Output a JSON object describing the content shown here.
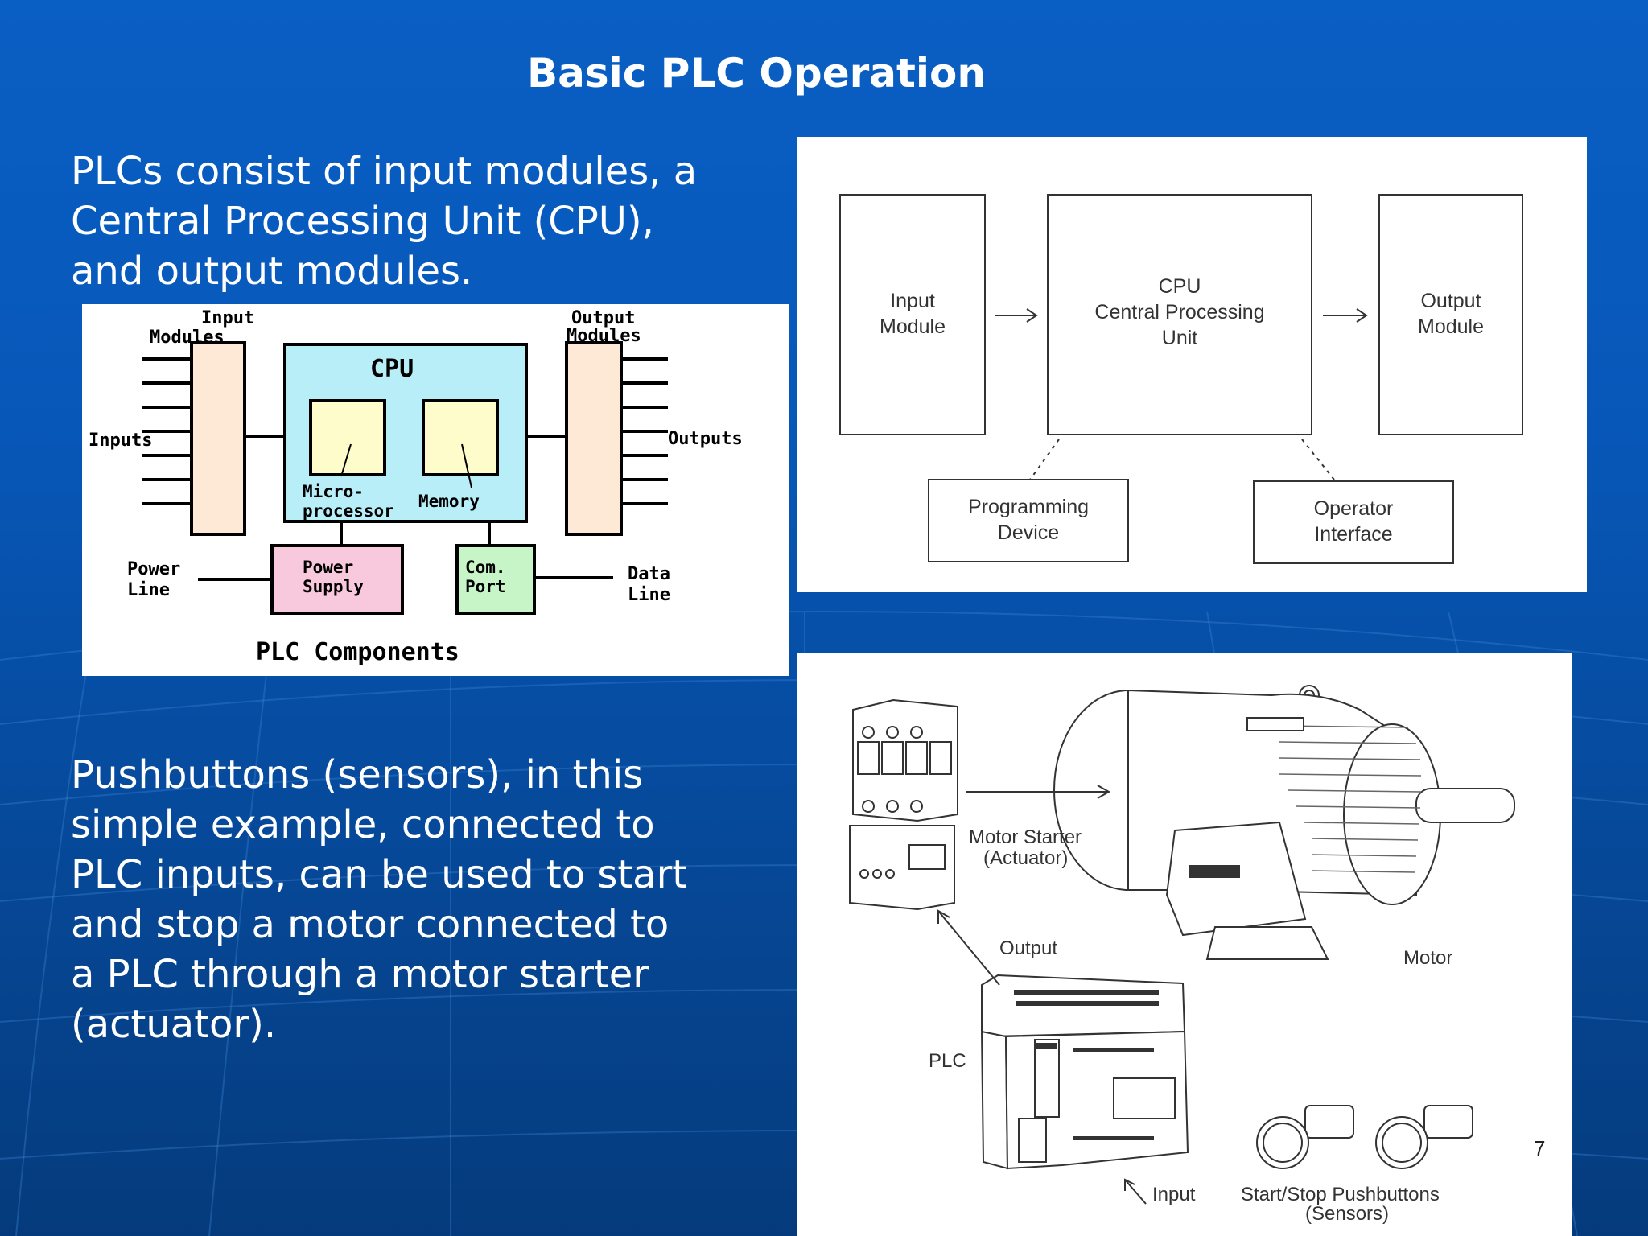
{
  "slide": {
    "title": "Basic PLC Operation",
    "para1": [
      "PLCs consist of input modules, a",
      "Central Processing Unit (CPU),",
      "and output modules."
    ],
    "para2": [
      "Pushbuttons (sensors), in this",
      "simple example, connected to",
      "PLC inputs, can be used to start",
      "and stop a motor connected to",
      "a PLC through a motor starter",
      "(actuator)."
    ],
    "page_number": "7"
  },
  "components_diagram": {
    "input_modules": [
      "Input",
      "Modules"
    ],
    "output_modules": [
      "Output",
      "Modules"
    ],
    "cpu": "CPU",
    "inputs": "Inputs",
    "outputs": "Outputs",
    "microprocessor": [
      "Micro-",
      "processor"
    ],
    "memory": "Memory",
    "power_line": [
      "Power",
      "Line"
    ],
    "power_supply": [
      "Power",
      "Supply"
    ],
    "com_port": [
      "Com.",
      "Port"
    ],
    "data_line": [
      "Data",
      "Line"
    ],
    "caption": "PLC Components",
    "colors": {
      "module_fill": "#fde9d6",
      "cpu_fill": "#b8eef8",
      "chip_fill": "#fffccc",
      "power_fill": "#f8c8dc",
      "port_fill": "#c8f5c8"
    }
  },
  "block_diagram": {
    "input_module": [
      "Input",
      "Module"
    ],
    "cpu": [
      "CPU",
      "Central Processing",
      "Unit"
    ],
    "output_module": [
      "Output",
      "Module"
    ],
    "programming_device": [
      "Programming",
      "Device"
    ],
    "operator_interface": [
      "Operator",
      "Interface"
    ]
  },
  "motor_diagram": {
    "motor_starter": [
      "Motor Starter",
      "(Actuator)"
    ],
    "output": "Output",
    "motor": "Motor",
    "plc": "PLC",
    "input": "Input",
    "pushbuttons": [
      "Start/Stop Pushbuttons",
      "(Sensors)"
    ]
  }
}
